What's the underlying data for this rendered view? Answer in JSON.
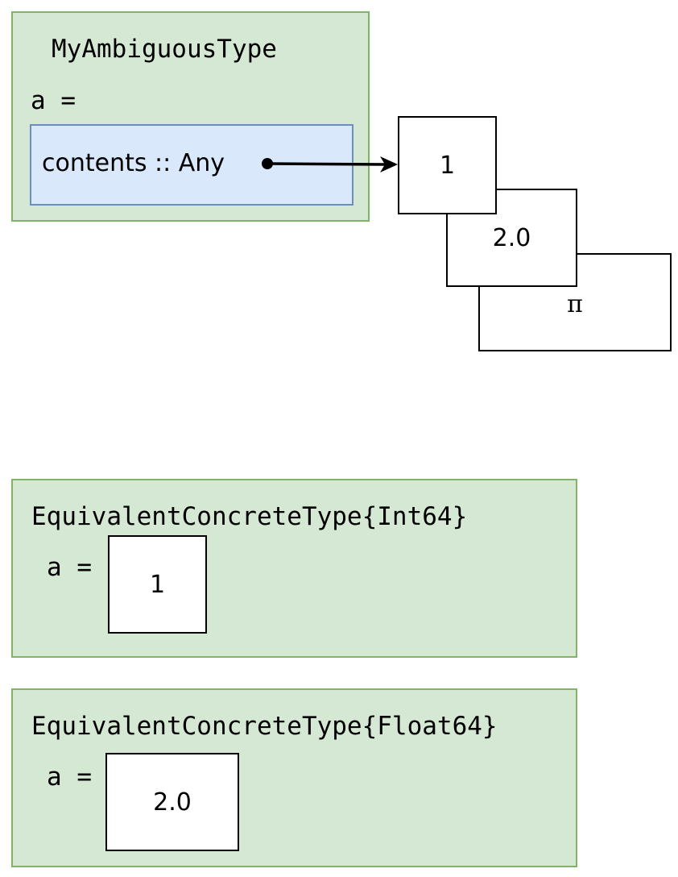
{
  "ambiguous": {
    "type_name": "MyAmbiguousType",
    "field_label": "a =",
    "contents_label": "contents :: Any",
    "values": [
      "1",
      "2.0",
      "π"
    ]
  },
  "concrete_int": {
    "type_name": "EquivalentConcreteType{Int64}",
    "field_label": "a =",
    "value": "1"
  },
  "concrete_float": {
    "type_name": "EquivalentConcreteType{Float64}",
    "field_label": "a =",
    "value": "2.0"
  },
  "colors": {
    "struct_fill": "#d5e8d4",
    "struct_border": "#82b366",
    "field_fill": "#dae8fc",
    "field_border": "#6c8ebf"
  }
}
